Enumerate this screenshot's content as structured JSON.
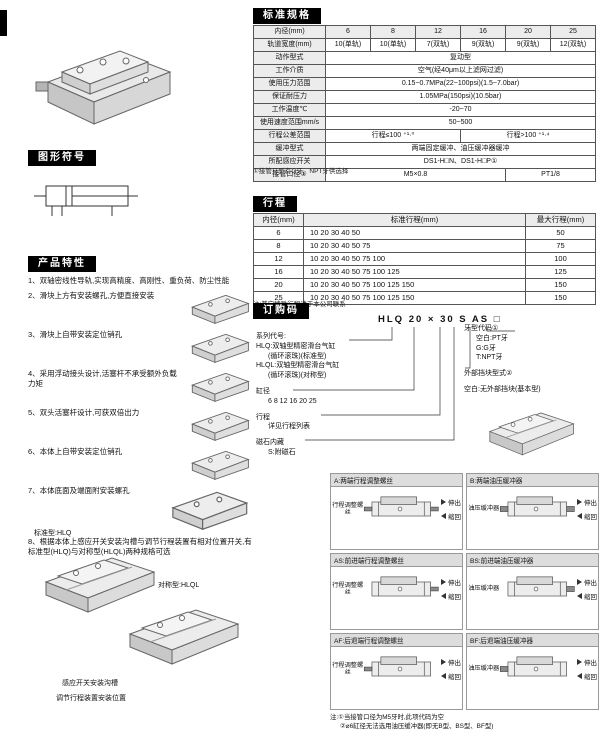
{
  "headers": {
    "specs": "标准规格",
    "symbol": "图形符号",
    "features": "产品特性",
    "stroke": "行程",
    "ordering": "订购码"
  },
  "page": {
    "spec_note": "①接管牙型有G牙、NPT牙供选择"
  },
  "spec_table": {
    "rows": [
      [
        "内径(mm)",
        "6",
        "8",
        "12",
        "16",
        "20",
        "25"
      ],
      [
        "轨道宽度(mm)",
        "10(单轨)",
        "10(单轨)",
        "7(双轨)",
        "9(双轨)",
        "9(双轨)",
        "12(双轨)"
      ],
      [
        "动作型式",
        {
          "t": "复动型",
          "s": 6
        }
      ],
      [
        "工作介质",
        {
          "t": "空气(经40μm以上滤网过滤)",
          "s": 6
        }
      ],
      [
        "使用压力范围",
        {
          "t": "0.15~0.7MPa(22~100psi)(1.5~7.0bar)",
          "s": 6
        }
      ],
      [
        "保证耐压力",
        {
          "t": "1.05MPa(150psi)(10.5bar)",
          "s": 6
        }
      ],
      [
        "工作温度℃",
        {
          "t": "-20~70",
          "s": 6
        }
      ],
      [
        "使用速度范围mm/s",
        {
          "t": "50~500",
          "s": 6
        }
      ],
      [
        "行程公差范围",
        {
          "t": "行程≤100 ⁺¹·⁰",
          "s": 3
        },
        {
          "t": "行程>100 ⁺¹·⁴",
          "s": 3
        }
      ],
      [
        "缓冲型式",
        {
          "t": "两端固定缓冲、油压缓冲器缓冲",
          "s": 6
        }
      ],
      [
        "所配感应开关",
        {
          "t": "DS1-H□N、DS1-H□P①",
          "s": 6
        }
      ],
      [
        "接管口径①",
        {
          "t": "M5×0.8",
          "s": 4
        },
        {
          "t": "PT1/8",
          "s": 2
        }
      ]
    ]
  },
  "stroke_table": {
    "header": [
      "内径(mm)",
      "标准行程(mm)",
      "最大行程(mm)"
    ],
    "rows": [
      [
        "6",
        "10 20 30 40 50",
        "50"
      ],
      [
        "8",
        "10 20 30 40 50 75",
        "75"
      ],
      [
        "12",
        "10 20 30 40 50 75 100",
        "100"
      ],
      [
        "16",
        "10 20 30 40 50 75 100 125",
        "125"
      ],
      [
        "20",
        "10 20 30 40 50 75 100 125 150",
        "150"
      ],
      [
        "25",
        "10 20 30 40 50 75 100 125 150",
        "150"
      ]
    ],
    "note": "注:其它特殊行程请于本公司联系"
  },
  "features": {
    "items": [
      "1、双轴密线性导轨,实现高精度、高刚性、重负荷、防尘性能",
      "2、滑块上方有安装螺孔,方便直接安装",
      "3、滑块上自带安装定位销孔",
      "4、采用浮动接头设计,活塞杆不承受额外负载力矩",
      "5、双头活塞杆设计,可获双倍出力",
      "6、本体上自带安装定位销孔",
      "7、本体底面及端面附安装螺孔",
      "8、根据本体上感应开关安装沟槽与调节行程装置有相对位置开关,有标准型(HLQ)与对称型(HLQL)两种规格可选"
    ],
    "standard_label": "标准型:HLQ",
    "symmetric_label": "对称型:HLQL",
    "callout_switch": "感应开关安装沟槽",
    "callout_adjuster": "调节行程装置安装位置"
  },
  "ordering": {
    "model_code": "HLQ 20 × 30 S AS □",
    "series_label": "系列代号:",
    "series_lines": [
      "HLQ:双轴型精密滑台气缸",
      "(循环滚珠)(标准型)",
      "HLQL:双轴型精密滑台气缸",
      "(循环滚珠)(对称型)"
    ],
    "bore_label": "缸径",
    "bore_values": "6 8 12 16 20 25",
    "stroke_label": "行程",
    "stroke_value": "详见行程列表",
    "magnet_label": "磁石内藏",
    "magnet_value": "S:附磁石",
    "thread_label": "牙型代码①",
    "thread_options": [
      "空白:PT牙",
      "G:G牙",
      "T:NPT牙"
    ],
    "stopper_label": "外部挡块型式②",
    "basic_label": "空白:无外部挡块(基本型)",
    "arrow_extend": "伸出",
    "arrow_retract": "缩回",
    "cells": [
      {
        "code": "A:两端行程调整螺丝",
        "tag": "行程调整螺丝"
      },
      {
        "code": "B:两端油压缓冲器",
        "tag": "油压缓冲器"
      },
      {
        "code": "AS:前进端行程调整螺丝",
        "tag": "行程调整螺丝"
      },
      {
        "code": "BS:前进端油压缓冲器",
        "tag": "油压缓冲器"
      },
      {
        "code": "AF:后退端行程调整螺丝",
        "tag": "行程调整螺丝"
      },
      {
        "code": "BF:后退端油压缓冲器",
        "tag": "油压缓冲器"
      }
    ],
    "notes": [
      "注:①当接管口径为M5牙时,此项代码为空",
      "②⌀6缸径无法选用油压缓冲器(即无B型、BS型、BF型)"
    ]
  }
}
